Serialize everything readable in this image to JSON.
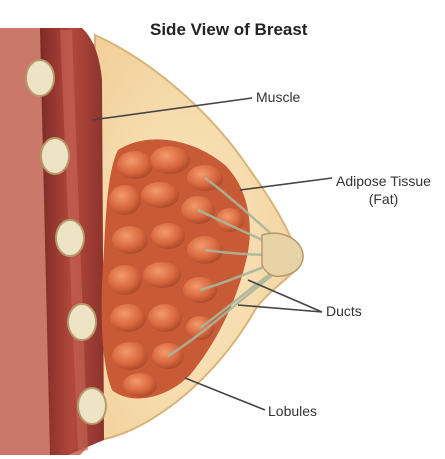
{
  "title": "Side View of Breast",
  "labels": {
    "muscle": "Muscle",
    "adipose_line1": "Adipose Tissue",
    "adipose_line2": "(Fat)",
    "ducts": "Ducts",
    "lobules": "Lobules"
  },
  "colors": {
    "skin": "#f3d6a4",
    "fat": "#f7e2b8",
    "muscle": "#9b3b33",
    "lobule": "#d9683f",
    "rib": "#efe3c6",
    "nipple": "#e8d3a6"
  }
}
